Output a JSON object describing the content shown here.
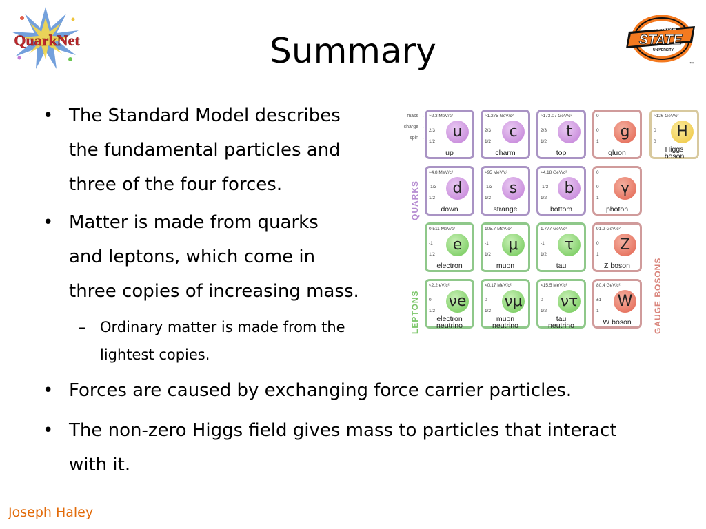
{
  "slide": {
    "title": "Summary",
    "bullets": [
      {
        "text": "The Standard Model describes\nthe fundamental particles and\nthree of the four forces."
      },
      {
        "text": "Matter is made from quarks\nand leptons, which come in\nthree copies of increasing mass."
      },
      {
        "sub": true,
        "text": "Ordinary matter is made from the\nlightest copies."
      },
      {
        "text": "Forces are caused by exchanging force carrier particles."
      },
      {
        "text": "The non-zero Higgs field gives mass to particles that interact\nwith it."
      }
    ],
    "bullet_glyph": "•",
    "sub_glyph": "–",
    "footer": "Joseph Haley"
  },
  "logos": {
    "left": {
      "text": "QuarkNet",
      "icon": "quarknet-logo"
    },
    "right": {
      "text_top": "OKLAHOMA",
      "text_main": "STATE",
      "text_bottom": "UNIVERSITY",
      "tm": "™",
      "icon": "osu-logo"
    }
  },
  "colors": {
    "footer": "#e26b0a",
    "quarks": "#b58bd1",
    "leptons": "#7cc66a",
    "bosons": "#d9837a"
  },
  "particle_chart": {
    "row_labels": {
      "mass": "mass →",
      "charge": "charge →",
      "spin": "spin →"
    },
    "group_labels": {
      "quarks": "QUARKS",
      "leptons": "LEPTONS",
      "gauge": "GAUGE BOSONS"
    },
    "cells": [
      {
        "group": "quark",
        "mass": "≈2.3 MeV/c²",
        "charge": "2/3",
        "spin": "1/2",
        "symbol": "u",
        "name": "up"
      },
      {
        "group": "quark",
        "mass": "≈1.275 GeV/c²",
        "charge": "2/3",
        "spin": "1/2",
        "symbol": "c",
        "name": "charm"
      },
      {
        "group": "quark",
        "mass": "≈173.07 GeV/c²",
        "charge": "2/3",
        "spin": "1/2",
        "symbol": "t",
        "name": "top"
      },
      {
        "group": "boson",
        "mass": "0",
        "charge": "0",
        "spin": "1",
        "symbol": "g",
        "name": "gluon"
      },
      {
        "group": "higgs",
        "mass": "≈126 GeV/c²",
        "charge": "0",
        "spin": "0",
        "symbol": "H",
        "name": "Higgs\nboson"
      },
      {
        "group": "quark",
        "mass": "≈4.8 MeV/c²",
        "charge": "-1/3",
        "spin": "1/2",
        "symbol": "d",
        "name": "down"
      },
      {
        "group": "quark",
        "mass": "≈95 MeV/c²",
        "charge": "-1/3",
        "spin": "1/2",
        "symbol": "s",
        "name": "strange"
      },
      {
        "group": "quark",
        "mass": "≈4.18 GeV/c²",
        "charge": "-1/3",
        "spin": "1/2",
        "symbol": "b",
        "name": "bottom"
      },
      {
        "group": "boson",
        "mass": "0",
        "charge": "0",
        "spin": "1",
        "symbol": "γ",
        "name": "photon"
      },
      {
        "group": "lepton",
        "mass": "0.511 MeV/c²",
        "charge": "-1",
        "spin": "1/2",
        "symbol": "e",
        "name": "electron"
      },
      {
        "group": "lepton",
        "mass": "105.7 MeV/c²",
        "charge": "-1",
        "spin": "1/2",
        "symbol": "μ",
        "name": "muon"
      },
      {
        "group": "lepton",
        "mass": "1.777 GeV/c²",
        "charge": "-1",
        "spin": "1/2",
        "symbol": "τ",
        "name": "tau"
      },
      {
        "group": "boson",
        "mass": "91.2 GeV/c²",
        "charge": "0",
        "spin": "1",
        "symbol": "Z",
        "name": "Z boson"
      },
      {
        "group": "lepton",
        "mass": "<2.2 eV/c²",
        "charge": "0",
        "spin": "1/2",
        "symbol": "νe",
        "name": "electron\nneutrino"
      },
      {
        "group": "lepton",
        "mass": "<0.17 MeV/c²",
        "charge": "0",
        "spin": "1/2",
        "symbol": "νμ",
        "name": "muon\nneutrino"
      },
      {
        "group": "lepton",
        "mass": "<15.5 MeV/c²",
        "charge": "0",
        "spin": "1/2",
        "symbol": "ντ",
        "name": "tau\nneutrino"
      },
      {
        "group": "boson",
        "mass": "80.4 GeV/c²",
        "charge": "±1",
        "spin": "1",
        "symbol": "W",
        "name": "W boson"
      }
    ]
  }
}
